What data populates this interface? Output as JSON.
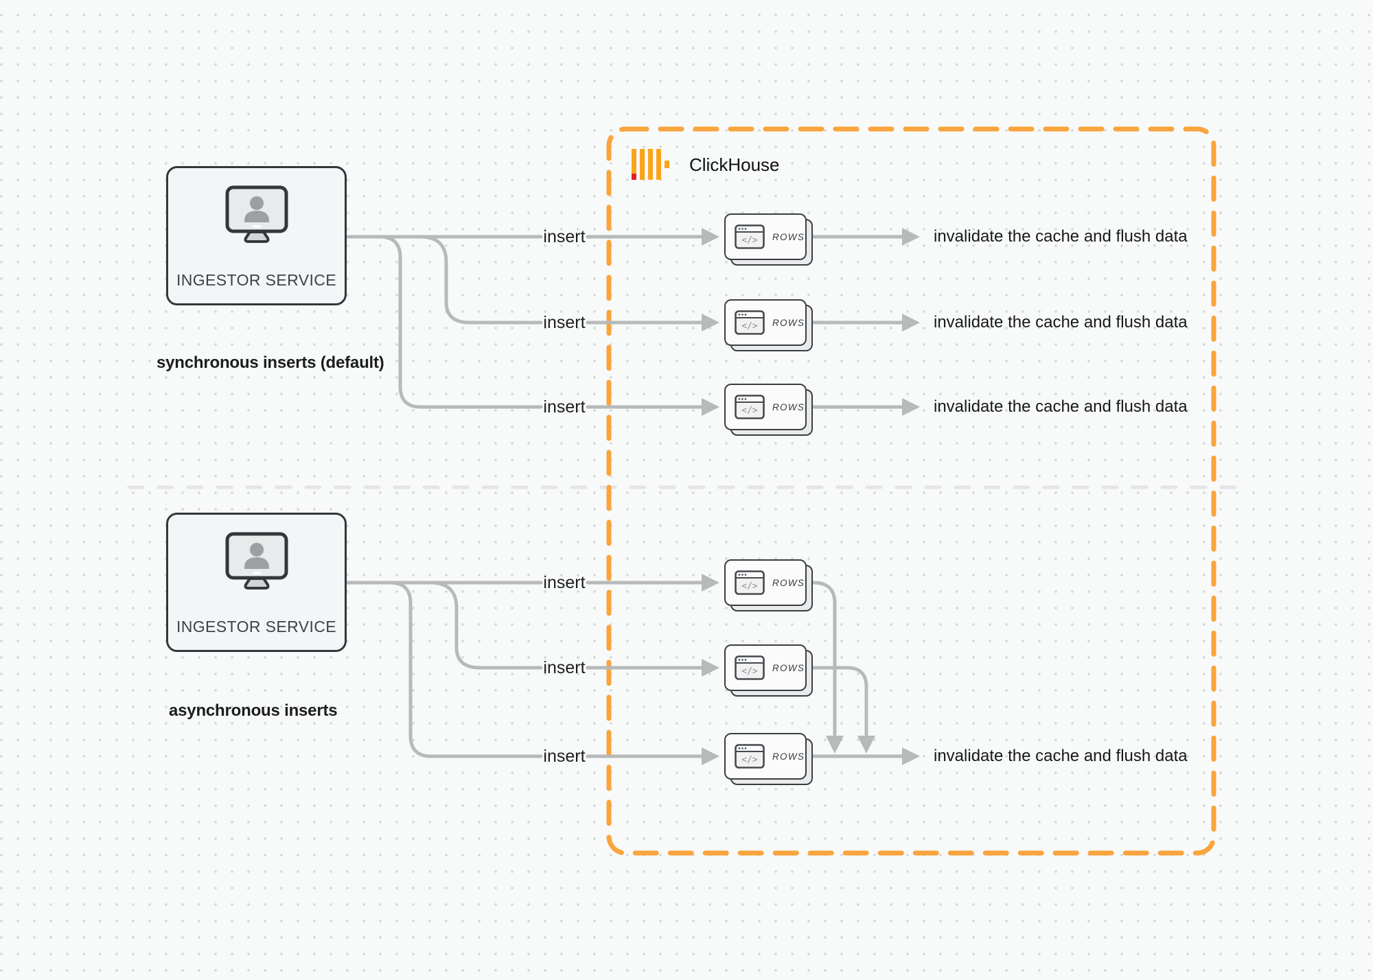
{
  "clickhouse": {
    "title": "ClickHouse"
  },
  "labels": {
    "ingestor": "INGESTOR SERVICE",
    "sync_caption": "synchronous inserts (default)",
    "async_caption": "asynchronous inserts",
    "insert": "insert",
    "rows": "ROWS",
    "invalidate": "invalidate the cache and flush data"
  },
  "structure": {
    "sections": [
      {
        "caption": "synchronous inserts (default)",
        "insert_arrows": 3,
        "outcome_labels": 3
      },
      {
        "caption": "asynchronous inserts",
        "insert_arrows": 3,
        "outcome_labels": 1
      }
    ]
  },
  "colors": {
    "background": "#f8f9f9",
    "grid_dot": "#d5d7d9",
    "accent_orange": "#F9A43C",
    "logo_yellow": "#FAA41A",
    "logo_red": "#E11F26",
    "wire_gray": "#b7b9bb",
    "node_border": "#33373b",
    "divider_gray": "#e3e4e6",
    "text_dark": "#1b1d1f"
  }
}
